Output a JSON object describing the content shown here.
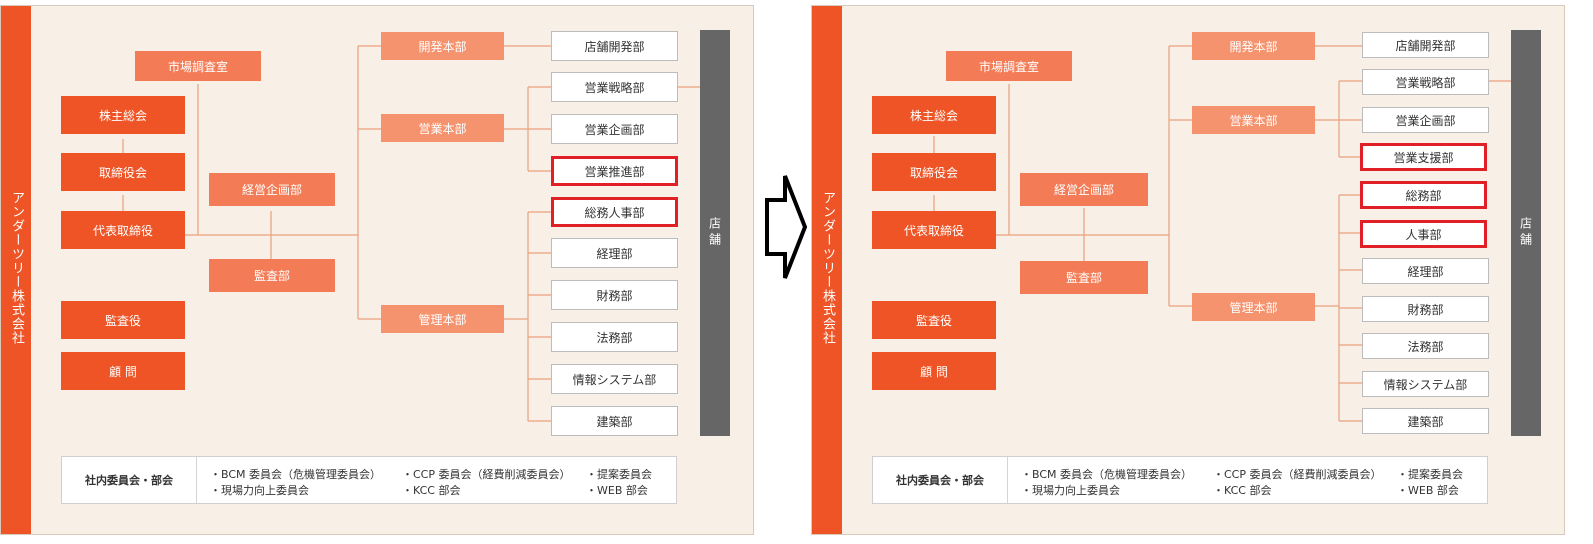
{
  "before": {
    "company": "アンダーツリー株式会社",
    "left_column": [
      "株主総会",
      "取締役会",
      "代表取締役",
      "監査役",
      "顧 問"
    ],
    "research_office": "市場調査室",
    "planning": "経営企画部",
    "audit": "監査部",
    "divisions": [
      "開発本部",
      "営業本部",
      "管理本部"
    ],
    "departments": [
      "店舗開発部",
      "営業戦略部",
      "営業企画部",
      "営業推進部",
      "総務人事部",
      "経理部",
      "財務部",
      "法務部",
      "情報システム部",
      "建築部"
    ],
    "store": "店舗",
    "committee_title": "社内委員会・部会",
    "committee_items": [
      "・BCM 委員会（危機管理委員会）",
      "・現場力向上委員会",
      "・CCP 委員会（経費削減委員会）",
      "・KCC 部会",
      "・提案委員会",
      "・WEB 部会"
    ]
  },
  "after": {
    "company": "アンダーツリー株式会社",
    "left_column": [
      "株主総会",
      "取締役会",
      "代表取締役",
      "監査役",
      "顧 問"
    ],
    "research_office": "市場調査室",
    "planning": "経営企画部",
    "audit": "監査部",
    "divisions": [
      "開発本部",
      "営業本部",
      "管理本部"
    ],
    "departments": [
      "店舗開発部",
      "営業戦略部",
      "営業企画部",
      "営業支援部",
      "総務部",
      "人事部",
      "経理部",
      "財務部",
      "法務部",
      "情報システム部",
      "建築部"
    ],
    "store": "店舗",
    "committee_title": "社内委員会・部会",
    "committee_items": [
      "・BCM 委員会（危機管理委員会）",
      "・現場力向上委員会",
      "・CCP 委員会（経費削減委員会）",
      "・KCC 部会",
      "・提案委員会",
      "・WEB 部会"
    ]
  },
  "colors": {
    "accent": "#ee5425",
    "highlight": "#e01f26",
    "store": "#666666"
  },
  "arrow_icon": "right-arrow-icon"
}
